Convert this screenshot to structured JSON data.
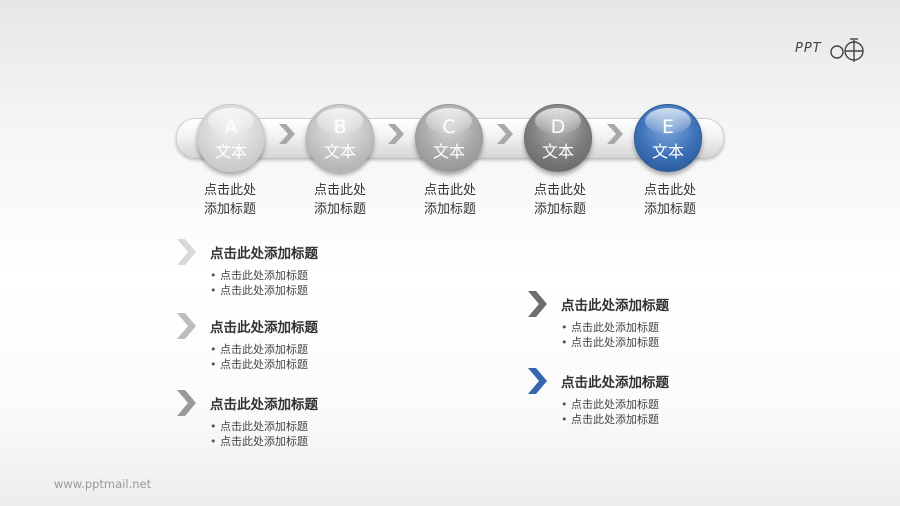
{
  "logo": {
    "text": "PPT",
    "icon": "ppt-logo-icon"
  },
  "steps": [
    {
      "letter": "A",
      "word": "文本",
      "label_line1": "点击此处",
      "label_line2": "添加标题",
      "color": "#cfcfcf"
    },
    {
      "letter": "B",
      "word": "文本",
      "label_line1": "点击此处",
      "label_line2": "添加标题",
      "color": "#bcbcbc"
    },
    {
      "letter": "C",
      "word": "文本",
      "label_line1": "点击此处",
      "label_line2": "添加标题",
      "color": "#9e9e9e"
    },
    {
      "letter": "D",
      "word": "文本",
      "label_line1": "点击此处",
      "label_line2": "添加标题",
      "color": "#6f6f6f"
    },
    {
      "letter": "E",
      "word": "文本",
      "label_line1": "点击此处",
      "label_line2": "添加标题",
      "color": "#3567ad"
    }
  ],
  "blocks": [
    {
      "title": "点击此处添加标题",
      "bullets": [
        "点击此处添加标题",
        "点击此处添加标题"
      ],
      "chevron_color": "#d9d9d9"
    },
    {
      "title": "点击此处添加标题",
      "bullets": [
        "点击此处添加标题",
        "点击此处添加标题"
      ],
      "chevron_color": "#bdbdbd"
    },
    {
      "title": "点击此处添加标题",
      "bullets": [
        "点击此处添加标题",
        "点击此处添加标题"
      ],
      "chevron_color": "#9a9a9a"
    },
    {
      "title": "点击此处添加标题",
      "bullets": [
        "点击此处添加标题",
        "点击此处添加标题"
      ],
      "chevron_color": "#6e6e6e"
    },
    {
      "title": "点击此处添加标题",
      "bullets": [
        "点击此处添加标题",
        "点击此处添加标题"
      ],
      "chevron_color": "#3567ad"
    }
  ],
  "footer": {
    "url": "www.pptmail.net"
  }
}
